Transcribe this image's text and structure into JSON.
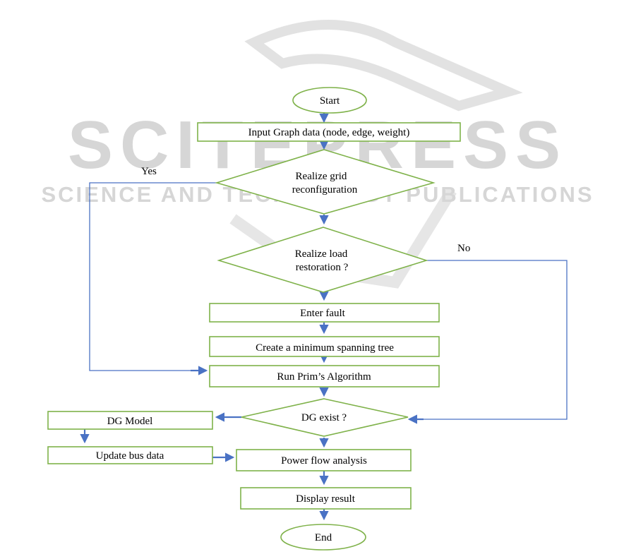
{
  "watermark": {
    "main": "SCITEPRESS",
    "sub": "SCIENCE AND TECHNOLOGY PUBLICATIONS"
  },
  "colors": {
    "node_border": "#7fb24a",
    "connector": "#4a72c4",
    "watermark": "#d6d6d6"
  },
  "nodes": {
    "start": "Start",
    "input_graph": "Input Graph data (node, edge, weight)",
    "realize_grid_1": "Realize grid",
    "realize_grid_2": "reconfiguration",
    "realize_load_1": "Realize load",
    "realize_load_2": "restoration ?",
    "enter_fault": "Enter fault",
    "create_mst": "Create a minimum spanning tree",
    "run_prim": "Run Prim’s Algorithm",
    "dg_exist": "DG exist ?",
    "dg_model": "DG Model",
    "update_bus": "Update bus data",
    "power_flow": "Power flow analysis",
    "display_result": "Display result",
    "end": "End"
  },
  "edge_labels": {
    "yes": "Yes",
    "no": "No"
  }
}
